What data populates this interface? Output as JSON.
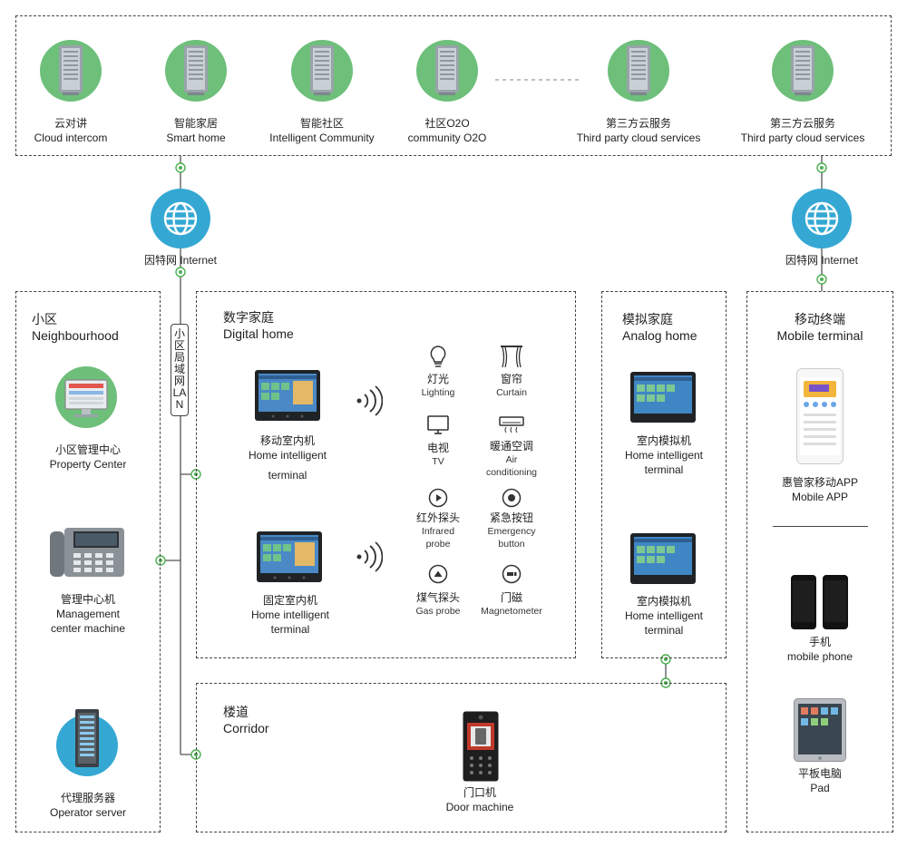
{
  "cloud": {
    "items": [
      {
        "cn": "云对讲",
        "en": "Cloud intercom"
      },
      {
        "cn": "智能家居",
        "en": "Smart home"
      },
      {
        "cn": "智能社区",
        "en": "Intelligent Community"
      },
      {
        "cn": "社区O2O",
        "en": "community O2O"
      },
      {
        "cn": "第三方云服务",
        "en": "Third party cloud services"
      },
      {
        "cn": "第三方云服务",
        "en": "Third party cloud services"
      }
    ]
  },
  "internet": {
    "left": "因特网 Internet",
    "right": "因特网 Internet"
  },
  "lan": {
    "label": "小区局域网LAN"
  },
  "neighbourhood": {
    "title_cn": "小区",
    "title_en": "Neighbourhood",
    "property": {
      "cn": "小区管理中心",
      "en": "Property Center"
    },
    "management": {
      "cn": "管理中心机",
      "en1": "Management",
      "en2": "center machine"
    },
    "operator": {
      "cn": "代理服务器",
      "en": "Operator server"
    }
  },
  "digital": {
    "title_cn": "数字家庭",
    "title_en": "Digital home",
    "mobile_terminal": {
      "cn": "移动室内机",
      "en1": "Home intelligent",
      "en2": "terminal"
    },
    "fixed_terminal": {
      "cn": "固定室内机",
      "en1": "Home intelligent",
      "en2": "terminal"
    },
    "devices": [
      {
        "cn": "灯光",
        "en": "Lighting"
      },
      {
        "cn": "窗帘",
        "en": "Curtain"
      },
      {
        "cn": "电视",
        "en": "TV"
      },
      {
        "cn": "暖通空调",
        "en1": "Air",
        "en2": "conditioning"
      },
      {
        "cn": "红外探头",
        "en1": "Infrared",
        "en2": "probe"
      },
      {
        "cn": "紧急按钮",
        "en1": "Emergency",
        "en2": "button"
      },
      {
        "cn": "煤气探头",
        "en": "Gas probe"
      },
      {
        "cn": "门磁",
        "en": "Magnetometer"
      }
    ]
  },
  "analog": {
    "title_cn": "模拟家庭",
    "title_en": "Analog home",
    "t1": {
      "cn": "室内模拟机",
      "en1": "Home intelligent",
      "en2": "terminal"
    },
    "t2": {
      "cn": "室内模拟机",
      "en1": "Home intelligent",
      "en2": "terminal"
    }
  },
  "mobile": {
    "title_cn": "移动终端",
    "title_en": "Mobile terminal",
    "app": {
      "cn": "惠管家移动APP",
      "en": "Mobile APP"
    },
    "phone": {
      "cn": "手机",
      "en": "mobile phone"
    },
    "pad": {
      "cn": "平板电脑",
      "en": "Pad"
    }
  },
  "corridor": {
    "title_cn": "楼道",
    "title_en": "Corridor",
    "door": {
      "cn": "门口机",
      "en": "Door machine"
    }
  },
  "colors": {
    "node_green": "#6dbf7a",
    "globe_blue": "#34a8d3",
    "wire": "#555555",
    "dot_green": "#4caf50"
  }
}
